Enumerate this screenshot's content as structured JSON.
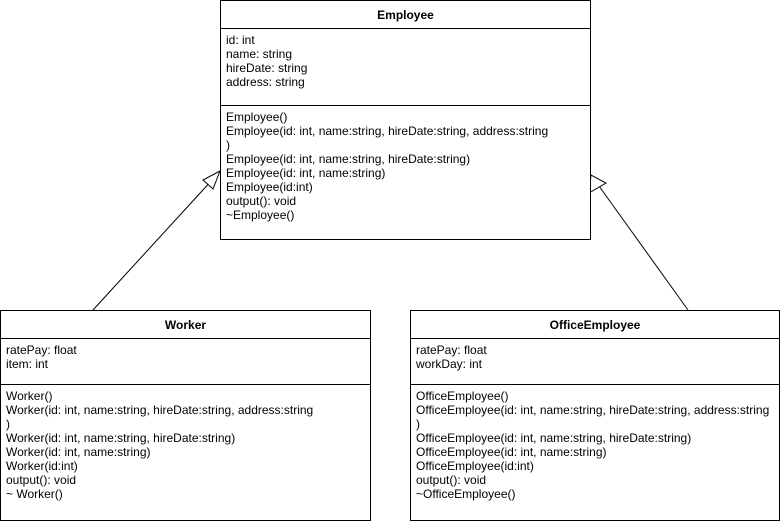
{
  "classes": {
    "employee": {
      "name": "Employee",
      "attributes": [
        "id: int",
        "name: string",
        "hireDate: string",
        "address: string"
      ],
      "operations": [
        "Employee()",
        "Employee(id: int, name:string, hireDate:string, address:string",
        ")",
        "Employee(id: int, name:string, hireDate:string)",
        "Employee(id: int, name:string)",
        "Employee(id:int)",
        "output(): void",
        "~Employee()"
      ]
    },
    "worker": {
      "name": "Worker",
      "attributes": [
        "ratePay: float",
        "item: int"
      ],
      "operations": [
        "Worker()",
        "Worker(id: int, name:string, hireDate:string, address:string",
        ")",
        "Worker(id: int, name:string, hireDate:string)",
        "Worker(id: int, name:string)",
        "Worker(id:int)",
        "output(): void",
        "~ Worker()"
      ]
    },
    "office_employee": {
      "name": "OfficeEmployee",
      "attributes": [
        "ratePay: float",
        "workDay: int"
      ],
      "operations": [
        "OfficeEmployee()",
        "OfficeEmployee(id: int, name:string, hireDate:string, address:string",
        ")",
        "OfficeEmployee(id: int, name:string, hireDate:string)",
        "OfficeEmployee(id: int, name:string)",
        "OfficeEmployee(id:int)",
        "output(): void",
        "~OfficeEmployee()"
      ]
    }
  },
  "relationships": [
    {
      "type": "generalization",
      "from": "Worker",
      "to": "Employee"
    },
    {
      "type": "generalization",
      "from": "OfficeEmployee",
      "to": "Employee"
    }
  ]
}
